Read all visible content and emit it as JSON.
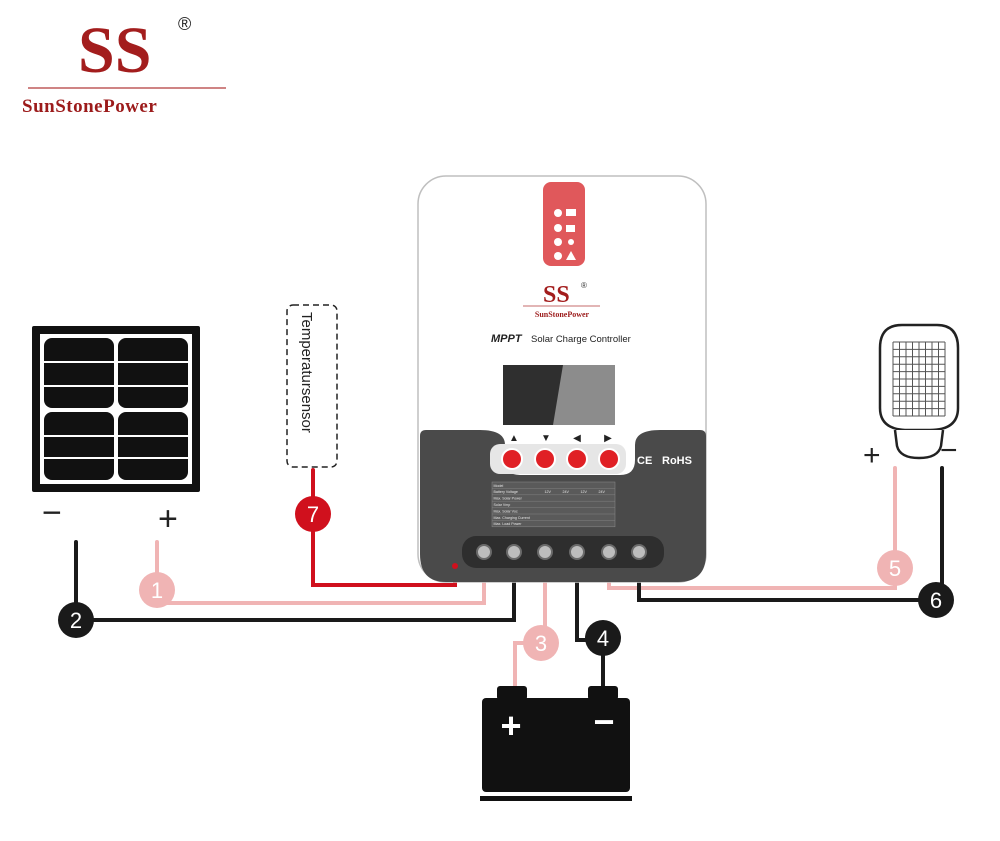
{
  "brand": {
    "name": "SunStonePower",
    "logo_letters": "SS",
    "registered_mark": "®",
    "logo_color": "#a31d1d"
  },
  "controller": {
    "mppt_label": "MPPT",
    "title": "Solar Charge Controller",
    "brand_name": "SunStonePower",
    "certifications": [
      "CE",
      "RoHS"
    ],
    "buttons": [
      "▲",
      "▼",
      "◀",
      "▶"
    ],
    "spec_rows": [
      [
        "Model",
        "",
        "",
        "",
        ""
      ],
      [
        "Battery Voltage",
        "12V",
        "24V",
        "12V",
        "24V"
      ],
      [
        "Max. Solar Power",
        "",
        "",
        "",
        ""
      ],
      [
        "Solar Vmp",
        "",
        "",
        "",
        ""
      ],
      [
        "Max. Solar Voc",
        "",
        "",
        "",
        ""
      ],
      [
        "Max. Charging Current",
        "",
        "",
        "",
        ""
      ],
      [
        "Max. Load Power",
        "",
        "",
        "",
        ""
      ]
    ]
  },
  "sensor": {
    "label": "Temperatursensor"
  },
  "polarity": {
    "panel_minus": "−",
    "panel_plus": "+",
    "lamp_plus": "+",
    "lamp_minus": "−"
  },
  "battery": {
    "plus": "+",
    "minus": "−"
  },
  "connections": [
    "1",
    "2",
    "3",
    "4",
    "5",
    "6",
    "7"
  ],
  "colors": {
    "positive_wire": "#f0b4b4",
    "negative_wire": "#1a1a1a",
    "sensor_wire": "#d0101d",
    "controller_dark": "#4a4a4a",
    "accent_red": "#e02025"
  }
}
